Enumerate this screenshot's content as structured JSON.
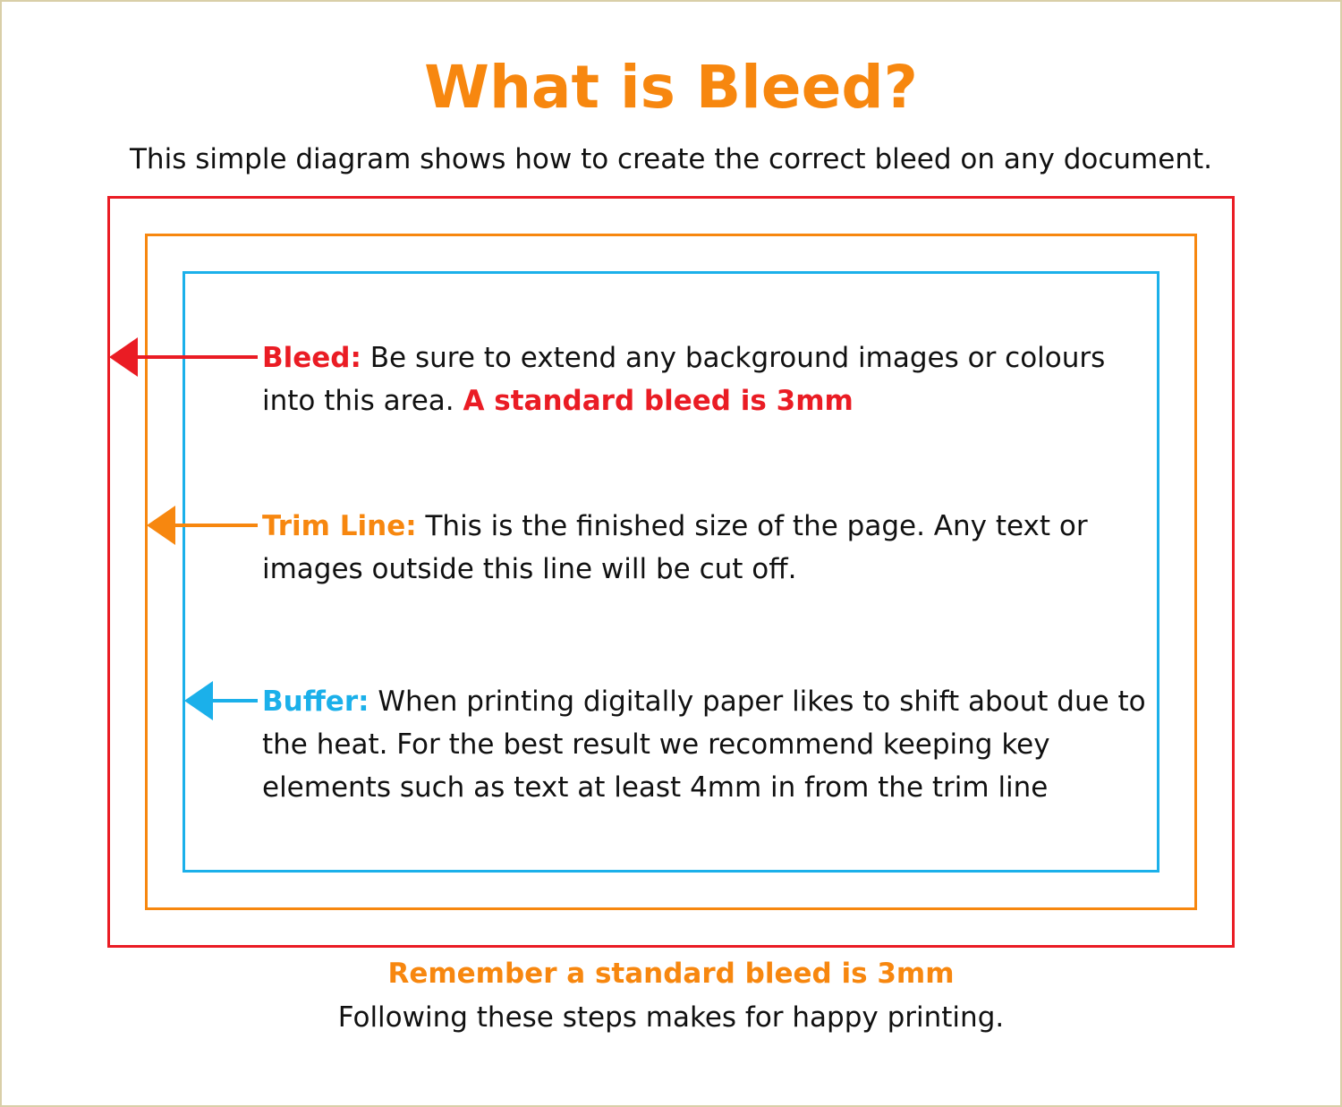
{
  "title": "What is Bleed?",
  "subtitle": "This simple diagram shows how to create the correct bleed on any document.",
  "colors": {
    "bleed": "#ea1c24",
    "trim": "#f7870f",
    "buffer": "#1bb0ea",
    "title": "#f7870f"
  },
  "notes": {
    "bleed": {
      "label": "Bleed:",
      "text": " Be sure to extend any background images or colours into this area. ",
      "highlight": "A standard bleed is 3mm"
    },
    "trim": {
      "label": "Trim Line:",
      "text": " This is the finished size of the page. Any text or images outside this line will be cut off."
    },
    "buffer": {
      "label": "Buffer:",
      "text": " When printing digitally paper likes to shift about due to the heat. For the best result we recommend keeping key elements such as text at least 4mm in from the trim line"
    }
  },
  "footer": {
    "highlight": "Remember a standard bleed is 3mm",
    "text": "Following these steps makes for happy printing."
  }
}
